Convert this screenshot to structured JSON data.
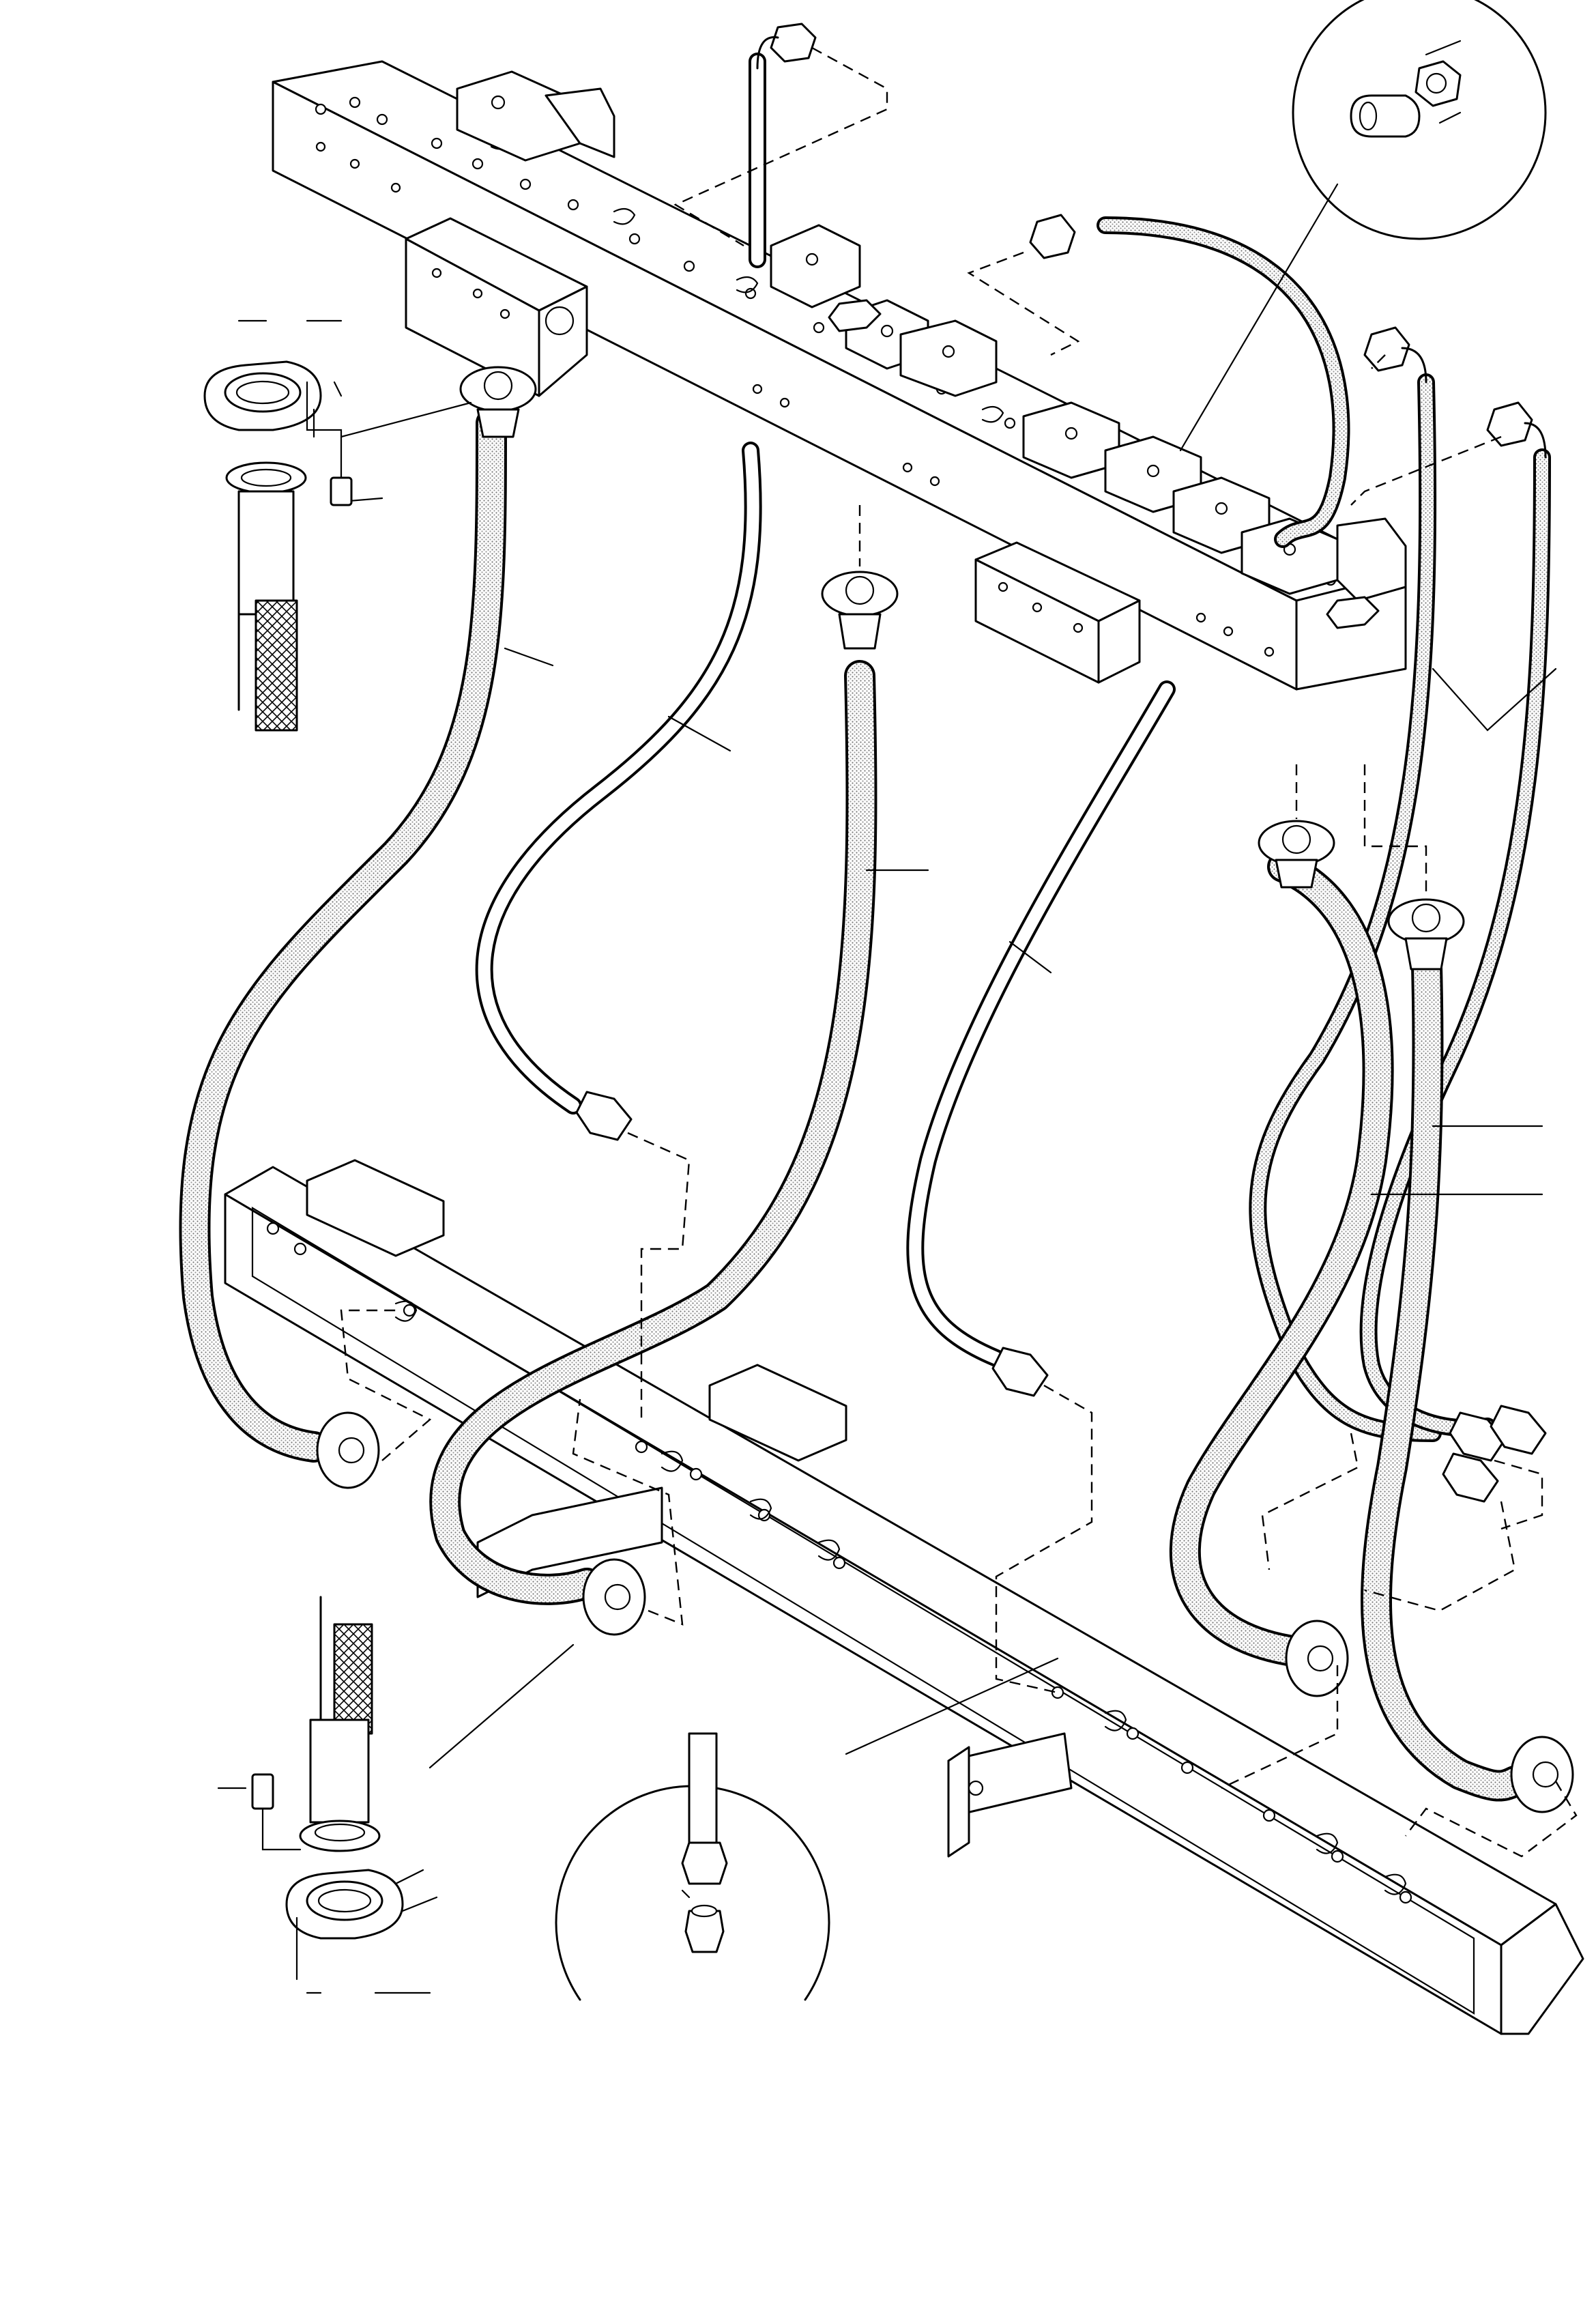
{
  "diagram": {
    "type": "exploded hydraulic assembly line drawing",
    "line_color": "#000000",
    "fill_light": "#f4f4f4",
    "fill_shade": "#d8d8d8",
    "detail_circles": 2,
    "hoses": 9
  }
}
